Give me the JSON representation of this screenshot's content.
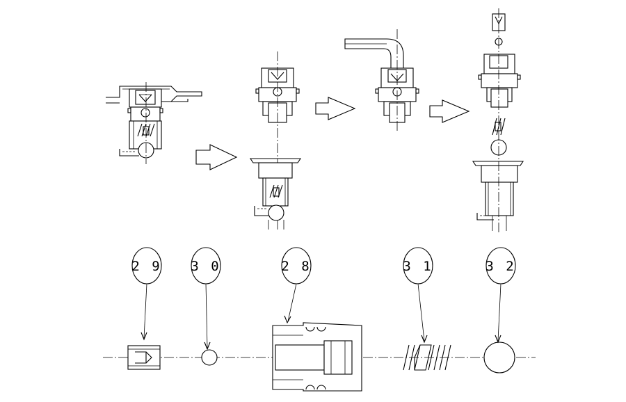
{
  "callouts": [
    {
      "id": "29",
      "label": "2 9"
    },
    {
      "id": "30",
      "label": "3 0"
    },
    {
      "id": "28",
      "label": "2 8"
    },
    {
      "id": "31",
      "label": "3 1"
    },
    {
      "id": "32",
      "label": "3 2"
    }
  ],
  "sequence_arrows": [
    "step-1-to-2",
    "step-2-to-3",
    "step-3-to-4"
  ],
  "line_color": "#000000",
  "background": "#ffffff"
}
